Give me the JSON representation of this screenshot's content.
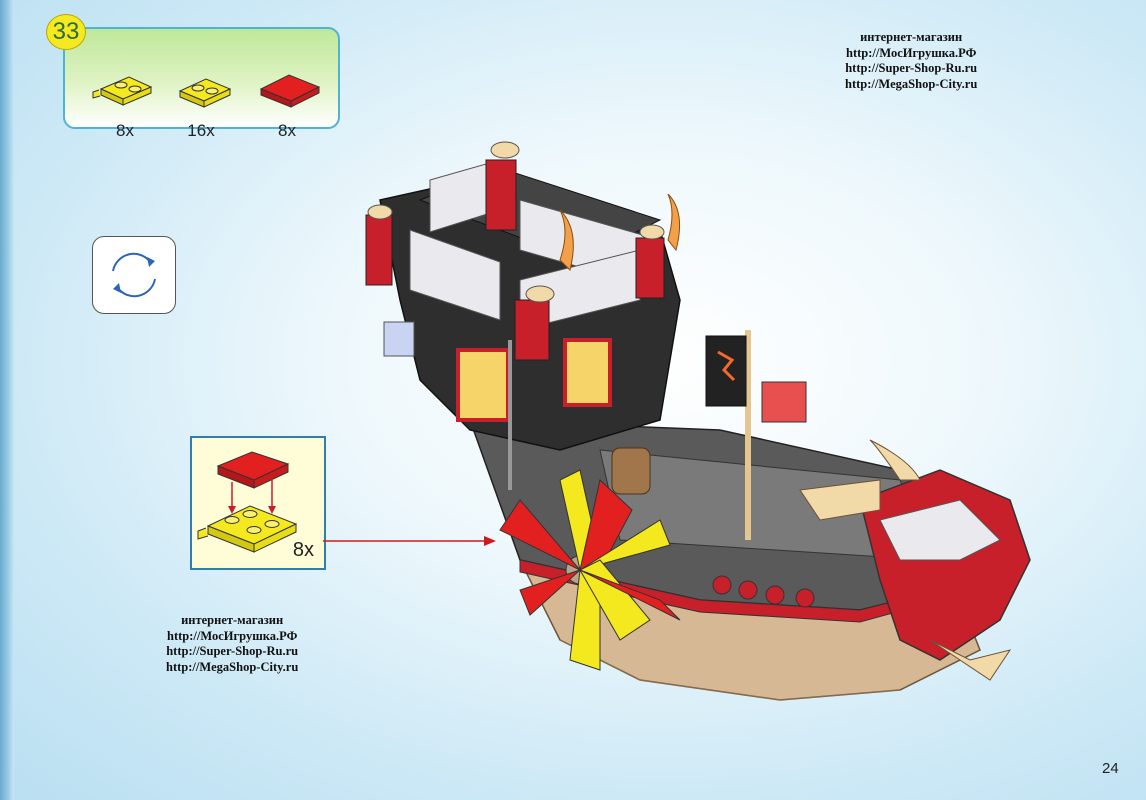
{
  "step": {
    "number": "33",
    "parts": [
      {
        "name": "yellow plate with clip",
        "quantity": "8x",
        "color": "#f3e91e"
      },
      {
        "name": "yellow 1x2 plate",
        "quantity": "16x",
        "color": "#f3e91e"
      },
      {
        "name": "red 2x2 tile",
        "quantity": "8x",
        "color": "#e2201f"
      }
    ]
  },
  "rotate_icon": "rotate-arrows-icon",
  "sub_assembly": {
    "quantity": "8x"
  },
  "shop_top": {
    "line1": "интернет-магазин",
    "line2": "http://МосИгрушка.РФ",
    "line3": "http://Super-Shop-Ru.ru",
    "line4": "http://MegaShop-City.ru"
  },
  "shop_bottom": {
    "line1": "интернет-магазин",
    "line2": "http://МосИгрушка.РФ",
    "line3": "http://Super-Shop-Ru.ru",
    "line4": "http://MegaShop-City.ru"
  },
  "page_number": "24",
  "colors": {
    "accent": "#4fb3d8",
    "callout_arrow": "#d0191c",
    "brick_red": "#c8202a",
    "brick_yellow": "#f3e91e",
    "hull_tan": "#d7b894"
  }
}
